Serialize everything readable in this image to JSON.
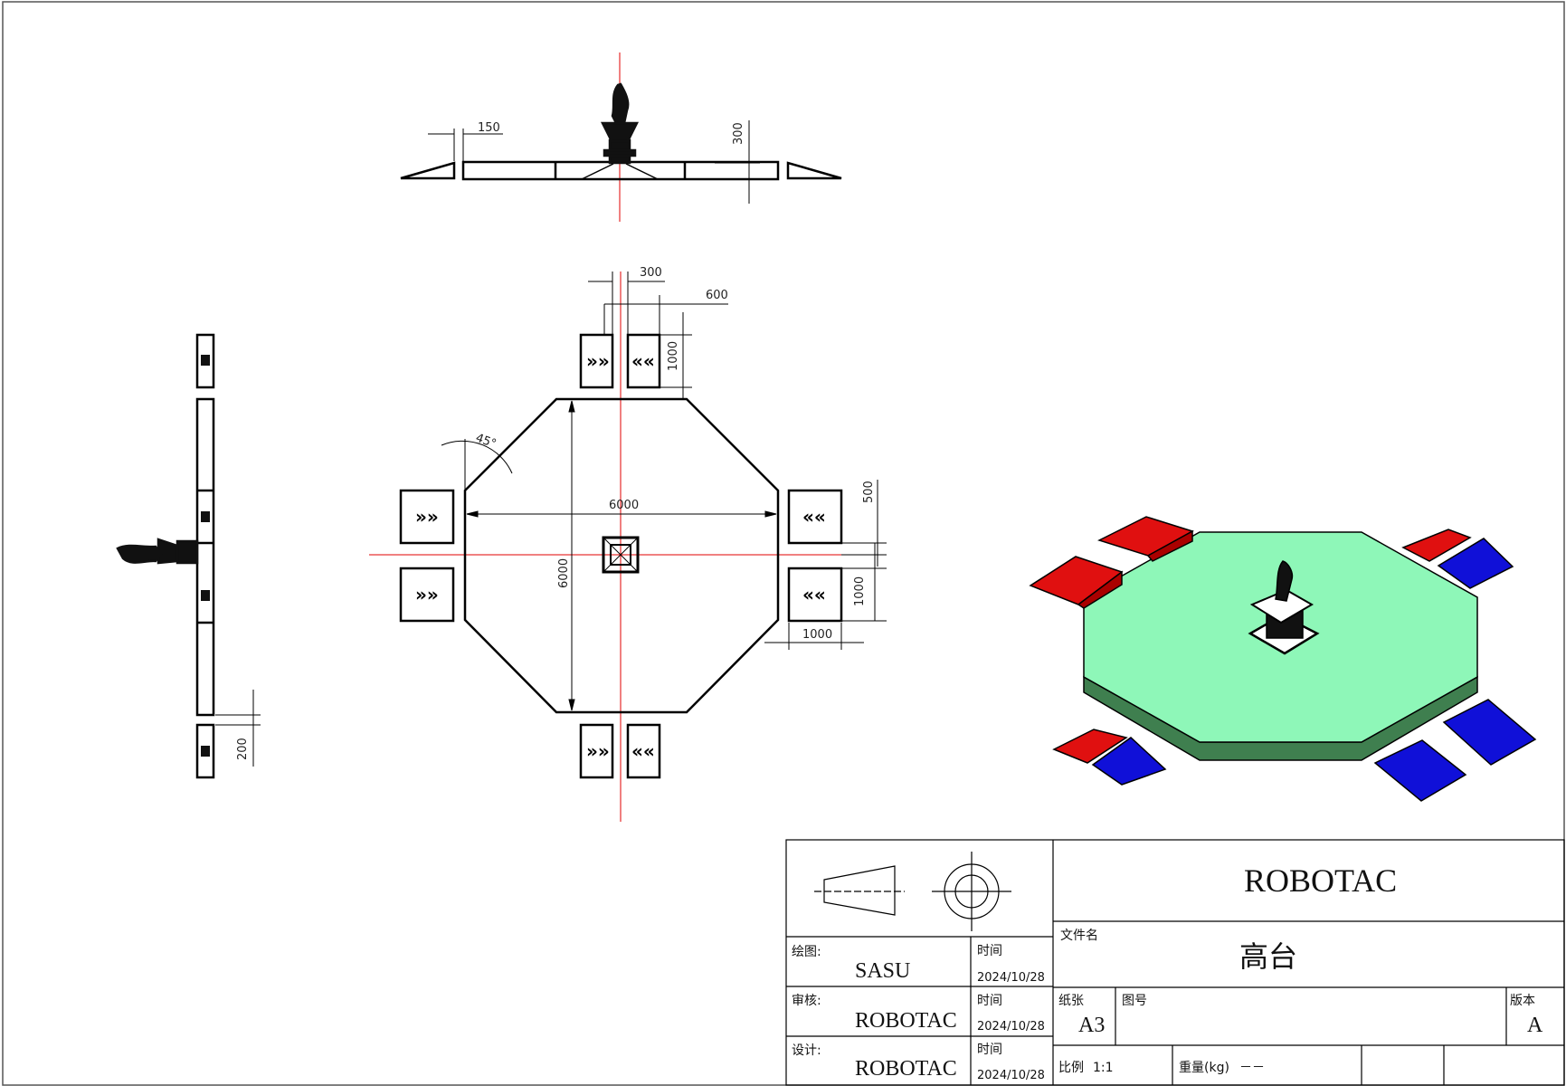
{
  "dimensions": {
    "side_view_150": "150",
    "side_view_300": "300",
    "top_300": "300",
    "top_600": "600",
    "top_1000_ramp": "1000",
    "angle": "45°",
    "width_6000": "6000",
    "height_6000": "6000",
    "right_500": "500",
    "right_1000": "1000",
    "bottom_1000": "1000",
    "left_view_200": "200"
  },
  "ramp_symbols": {
    "right": "»»",
    "left": "««"
  },
  "colors": {
    "platform_top": "#8ef7b8",
    "platform_side": "#3f7f4f",
    "ramp_red": "#e01010",
    "ramp_blue": "#1010d8",
    "centerline": "#e00000"
  },
  "title_block": {
    "company": "ROBOTAC",
    "file_name_label": "文件名",
    "file_name": "高台",
    "drawn_label": "绘图:",
    "drawn_by": "SASU",
    "checked_label": "审核:",
    "checked_by": "ROBOTAC",
    "design_label": "设计:",
    "designed_by": "ROBOTAC",
    "time_label": "时间",
    "date": "2024/10/28",
    "paper_label": "纸张",
    "paper": "A3",
    "drawing_no_label": "图号",
    "version_label": "版本",
    "version": "A",
    "scale_label": "比例",
    "scale": "1:1",
    "weight_label": "重量(kg)",
    "weight": "－－"
  }
}
